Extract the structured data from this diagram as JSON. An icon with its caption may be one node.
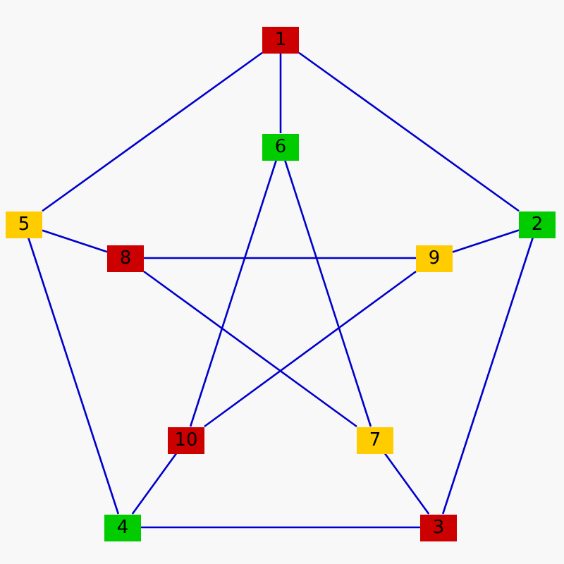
{
  "diagram": {
    "nodes": [
      {
        "text": [
          "1"
        ]
      },
      {
        "text": [
          "2"
        ]
      },
      {
        "text": [
          "3"
        ]
      },
      {
        "text": [
          "4"
        ]
      },
      {
        "text": [
          "5"
        ]
      },
      {
        "text": [
          "6"
        ]
      },
      {
        "text": [
          "7"
        ]
      },
      {
        "text": [
          "8"
        ]
      },
      {
        "text": [
          "9"
        ]
      },
      {
        "text": [
          "10"
        ]
      }
    ],
    "edges": [
      {
        "from": 0,
        "to": 5,
        "arrow": "none"
      },
      {
        "from": 0,
        "to": 4,
        "arrow": "none"
      },
      {
        "from": 0,
        "to": 1,
        "arrow": "none"
      },
      {
        "from": 1,
        "to": 8,
        "arrow": "none"
      },
      {
        "from": 1,
        "to": 2,
        "arrow": "none"
      },
      {
        "from": 2,
        "to": 3,
        "arrow": "none"
      },
      {
        "from": 2,
        "to": 6,
        "arrow": "none"
      },
      {
        "from": 3,
        "to": 4,
        "arrow": "none"
      },
      {
        "from": 3,
        "to": 9,
        "arrow": "none"
      },
      {
        "from": 4,
        "to": 7,
        "arrow": "none"
      },
      {
        "from": 5,
        "to": 9,
        "arrow": "none"
      },
      {
        "from": 5,
        "to": 6,
        "arrow": "none"
      },
      {
        "from": 7,
        "to": 8,
        "arrow": "none"
      },
      {
        "from": 7,
        "to": 6,
        "arrow": "none"
      },
      {
        "from": 8,
        "to": 9,
        "arrow": "none"
      }
    ]
  }
}
